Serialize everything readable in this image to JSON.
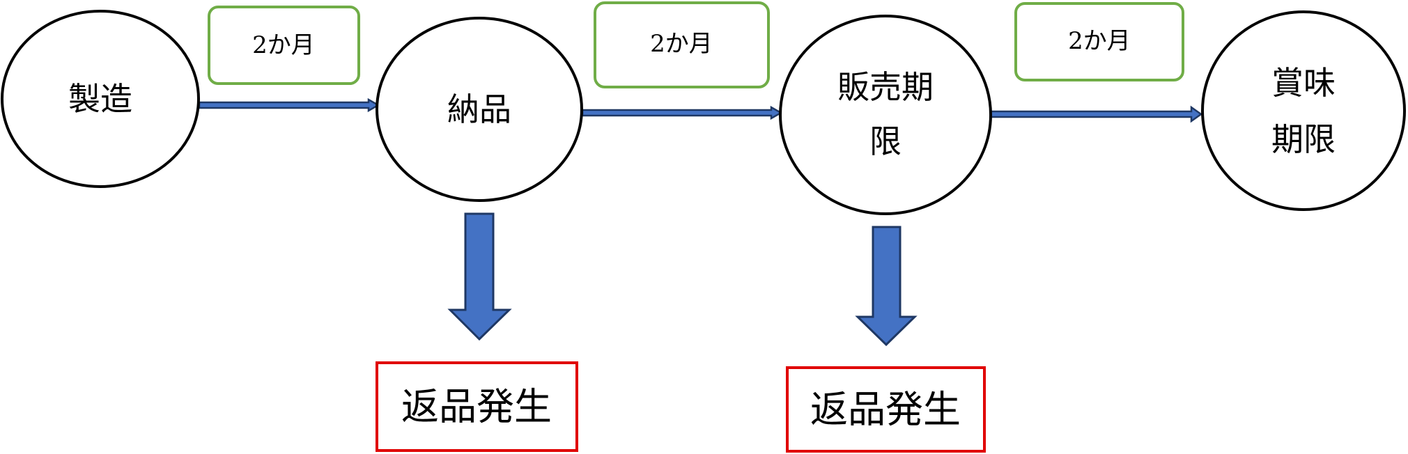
{
  "nodes": {
    "manufacture": {
      "lines": [
        "製造"
      ]
    },
    "delivery": {
      "lines": [
        "納品"
      ]
    },
    "sell_by": {
      "lines": [
        "販売期",
        "限"
      ]
    },
    "best_before": {
      "lines": [
        "賞味",
        "期限"
      ]
    }
  },
  "intervals": [
    {
      "label": "2か月"
    },
    {
      "label": "2か月"
    },
    {
      "label": "2か月"
    }
  ],
  "returns": [
    {
      "label": "返品発生"
    },
    {
      "label": "返品発生"
    }
  ],
  "colors": {
    "node_stroke": "#000000",
    "interval_stroke": "#70ad47",
    "return_stroke": "#e00000",
    "arrow_fill": "#4472c4",
    "arrow_stroke": "#1f3864"
  }
}
